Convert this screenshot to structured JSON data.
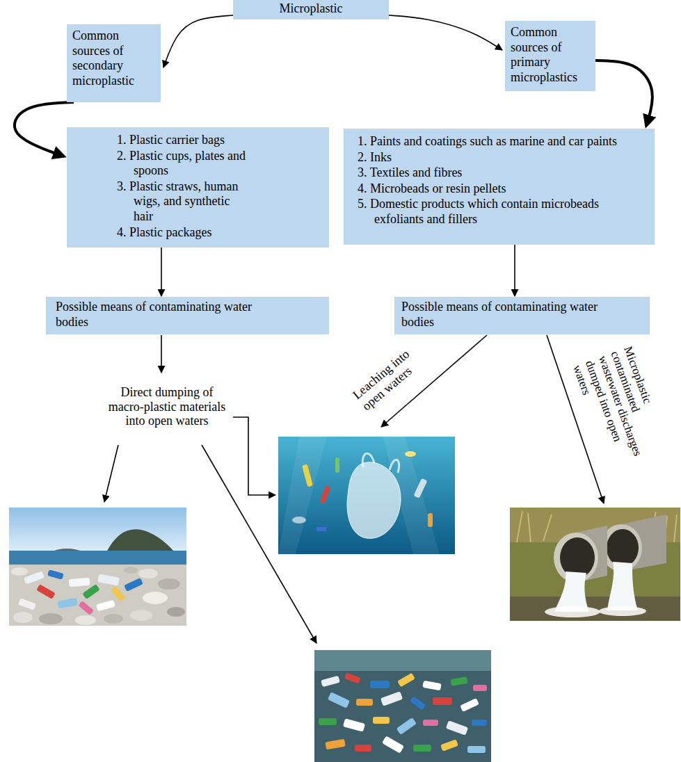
{
  "diagram": {
    "nodes": [
      {
        "text": [
          "Microplastic"
        ]
      },
      {
        "text": [
          "Common sources of secondary microplastic"
        ]
      },
      {
        "text": [
          "Common sources of primary microplastics"
        ]
      },
      {
        "text": [
          "1. Plastic carrier bags",
          "2. Plastic cups, plates and spoons",
          "3. Plastic straws, human wigs, and synthetic hair",
          "4. Plastic packages"
        ]
      },
      {
        "text": [
          "1. Paints and coatings such as marine and car paints",
          "2. Inks",
          "3. Textiles and fibres",
          "4. Microbeads or resin pellets",
          "5. Domestic products which contain microbeads exfoliants and fillers"
        ]
      },
      {
        "text": [
          "Possible means of contaminating water bodies"
        ]
      },
      {
        "text": [
          "Possible means of contaminating water bodies"
        ]
      }
    ],
    "edges": [
      {
        "from": 0,
        "to": 1,
        "arrow": "to"
      },
      {
        "from": 0,
        "to": 2,
        "arrow": "to"
      },
      {
        "from": 1,
        "to": 3,
        "arrow": "to"
      },
      {
        "from": 2,
        "to": 4,
        "arrow": "to"
      },
      {
        "from": 3,
        "to": 5,
        "arrow": "to"
      },
      {
        "from": 4,
        "to": 6,
        "arrow": "to"
      }
    ],
    "labels": [
      "Direct dumping of macro-plastic materials into open waters",
      "Leaching into open waters",
      "Microplastic contaminated wastewater discharges dumped into open waters"
    ]
  }
}
